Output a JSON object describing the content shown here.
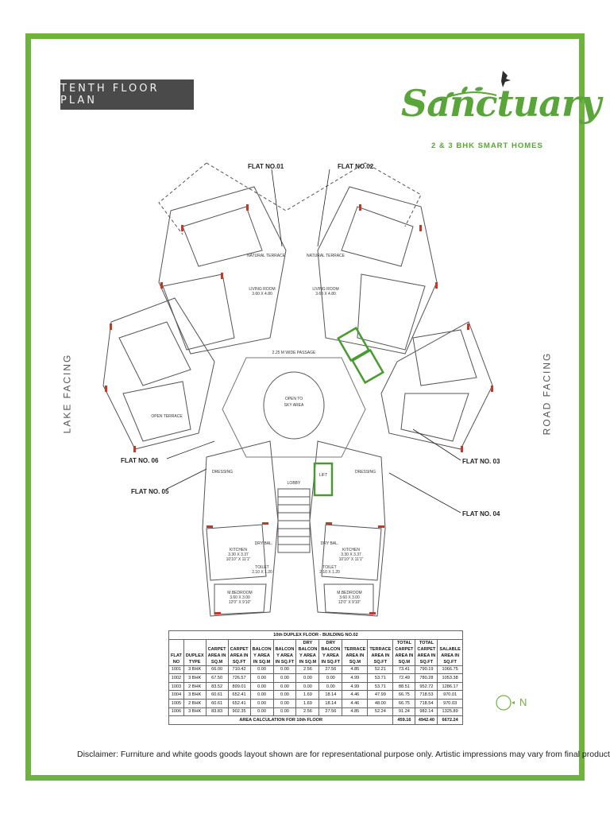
{
  "page": {
    "title": "TENTH FLOOR PLAN",
    "disclaimer": "Disclaimer: Furniture and white goods goods layout shown are for representational purpose only. Artistic impressions may vary from final product."
  },
  "brand": {
    "name": "Sanctuary",
    "tagline": "2 & 3 BHK SMART HOMES",
    "accent_color": "#6fb33f",
    "icon": "bird-on-branch-icon"
  },
  "orientation": {
    "left_label": "LAKE FACING",
    "right_label": "ROAD FACING",
    "north_label": "N",
    "north_icon": "north-arrow-icon"
  },
  "plan": {
    "center_label_1": "OPEN TO",
    "center_label_2": "SKY AREA",
    "passage_label": "2.25 M WIDE PASSAGE",
    "lift_label": "LIFT",
    "lobby_label": "LOBBY",
    "flat_callouts": [
      "FLAT NO.01",
      "FLAT NO.02",
      "FLAT NO. 03",
      "FLAT NO. 04",
      "FLAT NO. 05",
      "FLAT NO. 06"
    ],
    "room_labels": {
      "living_room": "LIVING ROOM",
      "living_dims": "3.60 X 4.80",
      "kitchen": "KITCHEN",
      "kitchen_dims": "3.30 X 3.37",
      "kitchen_dims_ft": "10'10\" X 11'1\"",
      "bedroom": "M.BEDROOM",
      "bedroom_dims": "3.60 X 3.00",
      "bedroom_dims_ft": "12'0\" X 9'10\"",
      "toilet": "TOILET",
      "toilet_dims": "2.10 X 1.20",
      "dry_bal": "DRY BAL.",
      "terrace": "NATURAL TERRACE",
      "dressing": "DRESSING",
      "open_terrace": "OPEN TERRACE"
    }
  },
  "area_table": {
    "title": "10th DUPLEX FLOOR - BUILDING NO.02",
    "headers": [
      [
        "",
        "",
        "",
        "",
        "",
        "",
        "DRY",
        "DRY",
        "",
        "",
        "TOTAL",
        "TOTAL",
        ""
      ],
      [
        "",
        "",
        "CARPET",
        "CARPET",
        "BALCON",
        "BALCON",
        "BALCON",
        "BALCON",
        "TERRACE",
        "TERRACE",
        "CARPET",
        "CARPET",
        "SALABLE"
      ],
      [
        "FLAT",
        "DUPLEX",
        "AREA IN",
        "AREA IN",
        "Y AREA",
        "Y AREA",
        "Y AREA",
        "Y AREA",
        "AREA IN",
        "AREA IN",
        "AREA IN",
        "AREA IN",
        "AREA IN"
      ],
      [
        "NO",
        "TYPE",
        "SQ.M",
        "SQ.FT",
        "IN SQ.M",
        "IN SQ.FT",
        "IN SQ.M",
        "IN SQ.FT",
        "SQ.M",
        "SQ.FT",
        "SQ.M",
        "SQ.FT",
        "SQ.FT"
      ]
    ],
    "rows": [
      [
        "1001",
        "3 BHK",
        "66.00",
        "710.42",
        "0.00",
        "0.00",
        "2.56",
        "27.56",
        "4.85",
        "52.21",
        "73.41",
        "790.19",
        "1066.75"
      ],
      [
        "1002",
        "3 BHK",
        "67.50",
        "726.57",
        "0.00",
        "0.00",
        "0.00",
        "0.00",
        "4.99",
        "53.71",
        "72.49",
        "780.28",
        "1053.38"
      ],
      [
        "1003",
        "2 BHK",
        "83.52",
        "899.01",
        "0.00",
        "0.00",
        "0.00",
        "0.00",
        "4.99",
        "53.71",
        "88.51",
        "952.72",
        "1286.17"
      ],
      [
        "1004",
        "3 BHK",
        "60.61",
        "652.41",
        "0.00",
        "0.00",
        "1.69",
        "18.14",
        "4.46",
        "47.99",
        "66.75",
        "718.53",
        "970.01"
      ],
      [
        "1005",
        "2 BHK",
        "60.61",
        "652.41",
        "0.00",
        "0.00",
        "1.69",
        "18.14",
        "4.46",
        "48.00",
        "66.75",
        "718.54",
        "970.03"
      ],
      [
        "1006",
        "3 BHK",
        "83.83",
        "902.35",
        "0.00",
        "0.00",
        "2.56",
        "27.56",
        "4.85",
        "52.24",
        "91.24",
        "982.14",
        "1325.89"
      ]
    ],
    "footer_label": "AREA CALCULATION FOR 10th FLOOR",
    "footer_values": [
      "459.16",
      "4942.40",
      "6672.24"
    ]
  }
}
